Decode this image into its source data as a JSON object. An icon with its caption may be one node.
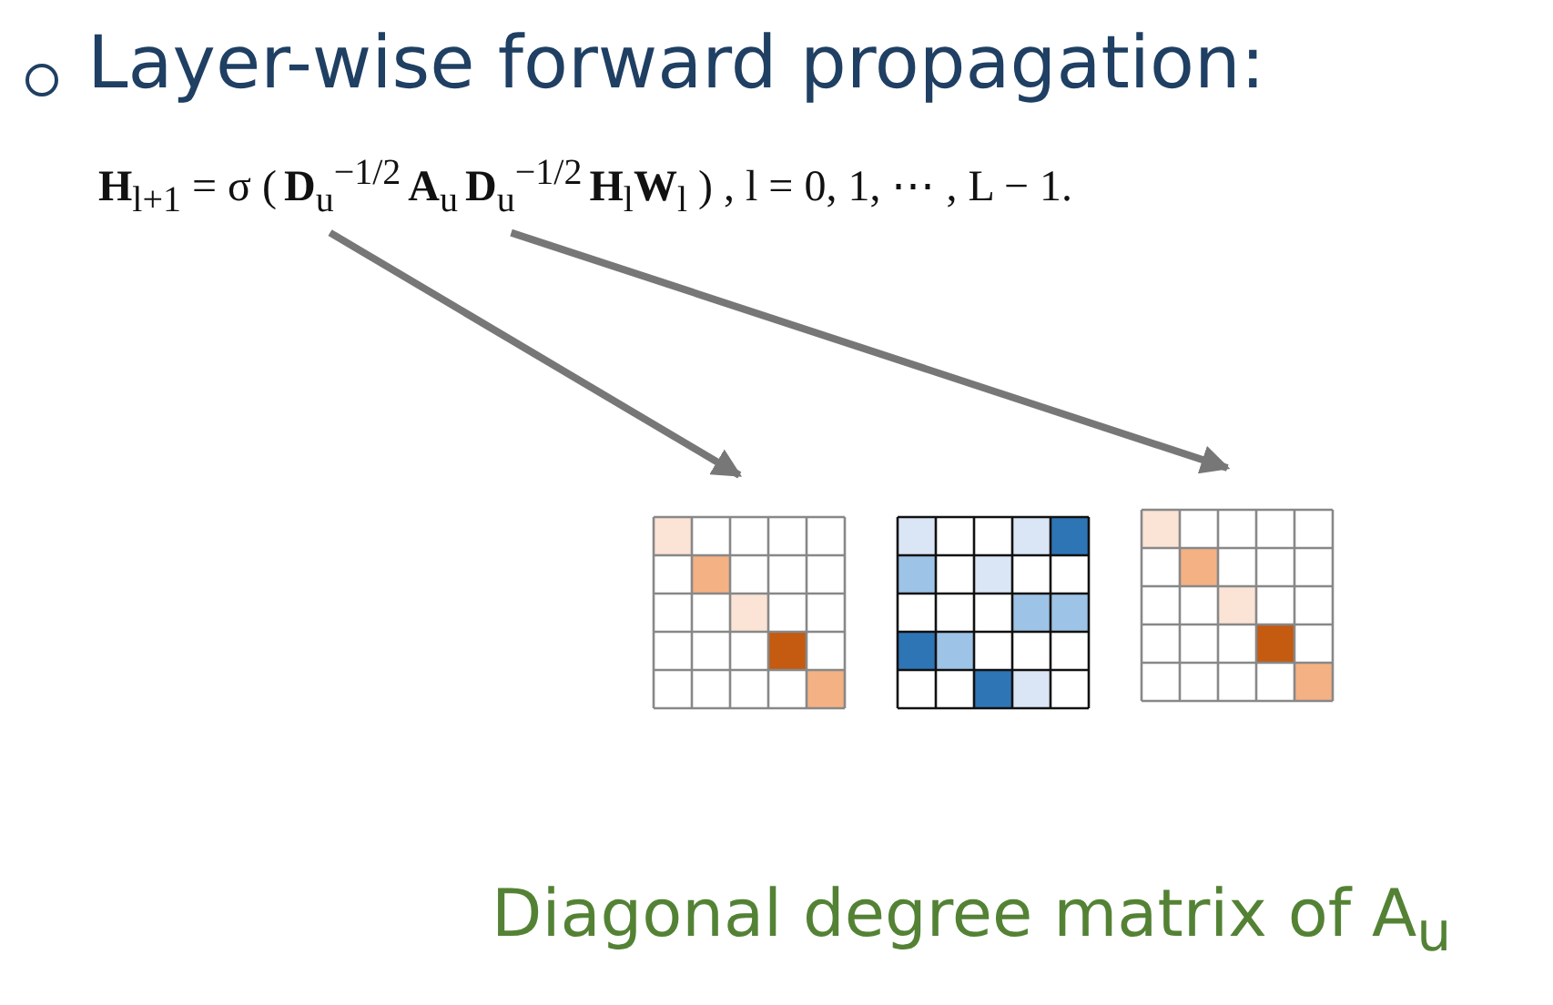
{
  "diagram": {
    "title": "Layer-wise forward propagation:",
    "nodes": [
      {
        "text": [
          "**D**$_{u}$$^{−1/2}$"
        ]
      },
      {
        "text": [
          "**D**$_{u}$$^{−1/2}$"
        ]
      },
      {
        "text": [],
        "shape": "grid"
      },
      {
        "text": [],
        "shape": "grid"
      },
      {
        "text": [],
        "shape": "grid"
      }
    ],
    "edges": [
      {
        "from": 0,
        "to": 2,
        "arrow": "to"
      },
      {
        "from": 1,
        "to": 4,
        "arrow": "to"
      }
    ],
    "labels": [
      "**H**$_{l+1}$ = σ (",
      "**A**$_{u}$",
      "**H**$_{l}$**W**$_{l}$ ) ,  l = 0, 1, ⋯ , L − 1."
    ],
    "caption": "Diagonal degree matrix of A$_{u}$"
  }
}
